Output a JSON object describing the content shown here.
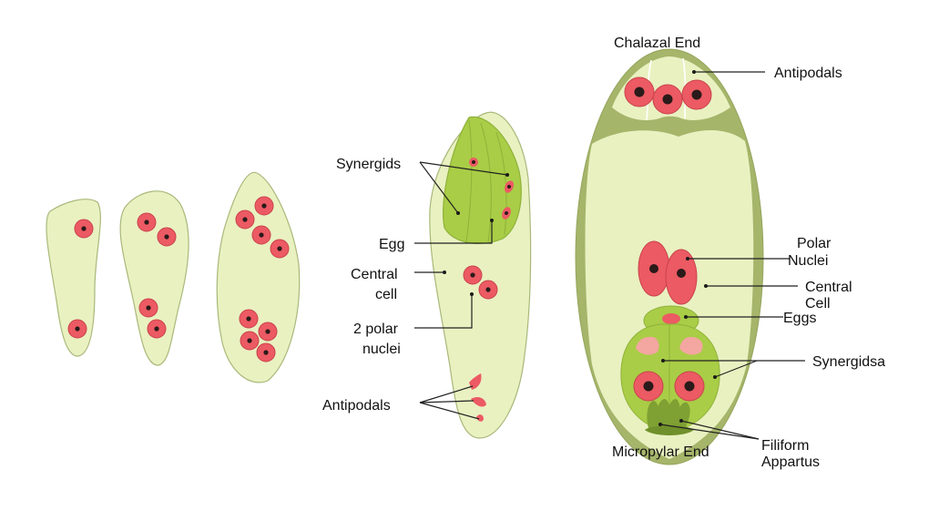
{
  "colors": {
    "cytoplasm": "#e9f1c1",
    "cytoplasm_stroke": "#a9b87a",
    "wall": "#a5b56a",
    "synergid": "#a9cd46",
    "synergid_dark": "#8fb23a",
    "nucleus": "#ec5a63",
    "nucleolus": "#2a1a1a",
    "label_line": "#222222"
  },
  "middle": {
    "synergids": "Synergids",
    "egg": "Egg",
    "central_cell_l1": "Central",
    "central_cell_l2": "cell",
    "polar_nuclei_l1": "2 polar",
    "polar_nuclei_l2": "nuclei",
    "antipodals": "Antipodals"
  },
  "right": {
    "chalazal_end": "Chalazal End",
    "antipodals": "Antipodals",
    "polar_nuclei_l1": "Polar",
    "polar_nuclei_l2": "Nuclei",
    "central_cell_l1": "Central",
    "central_cell_l2": "Cell",
    "eggs": "Eggs",
    "synergids": "Synergidsa",
    "filiform_l1": "Filiform",
    "filiform_l2": "Appartus",
    "micropylar_end": "Micropylar End"
  }
}
